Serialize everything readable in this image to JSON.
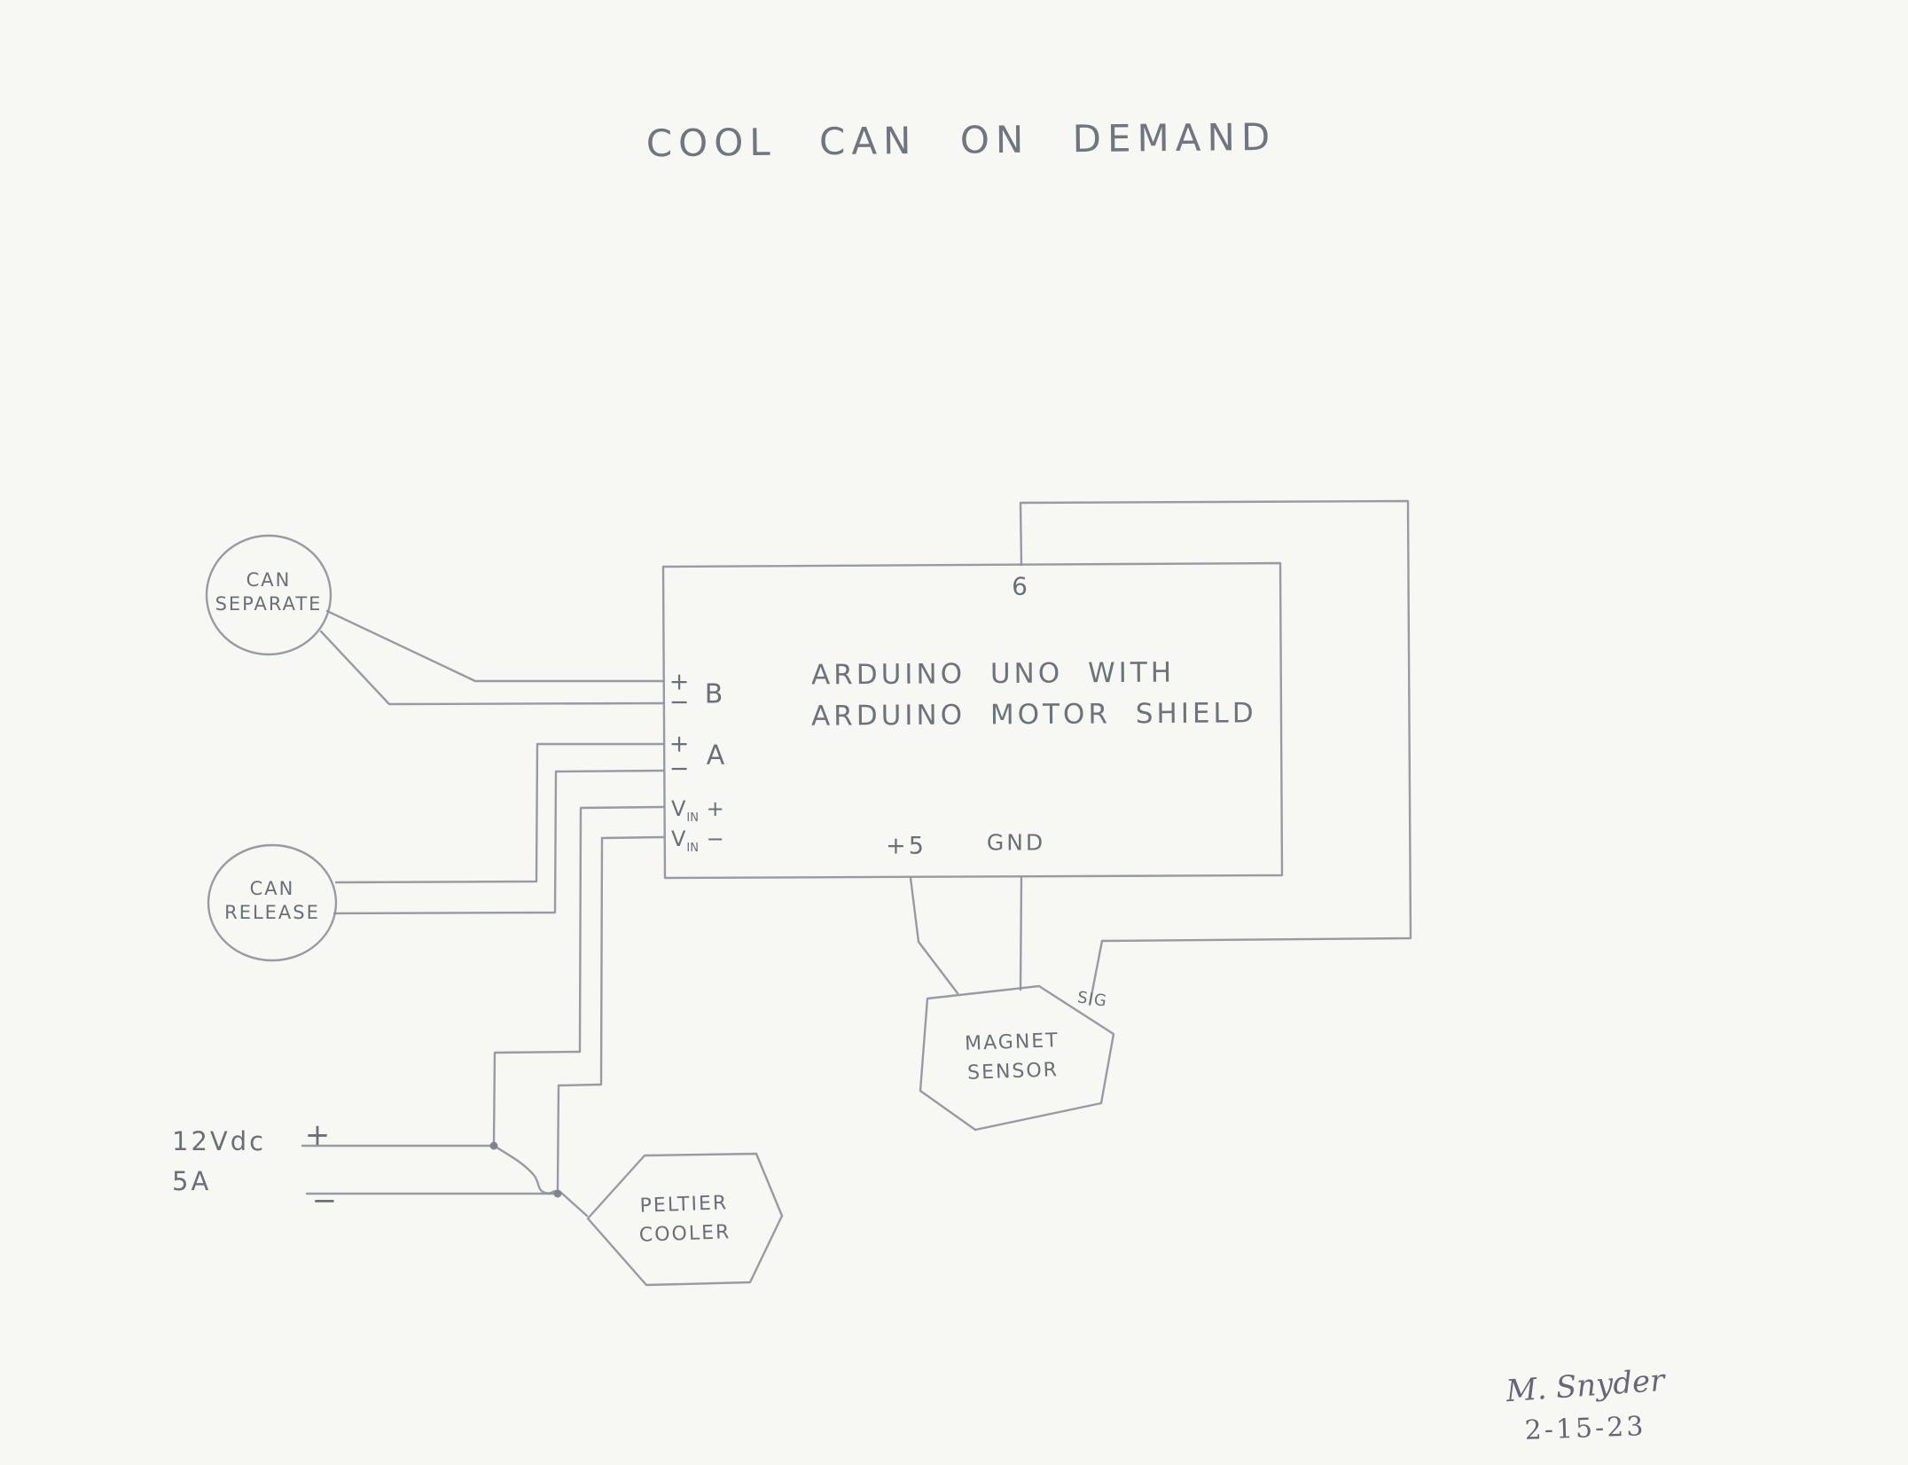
{
  "title": "COOL CAN ON DEMAND",
  "board": {
    "line1": "ARDUINO UNO WITH",
    "line2": "ARDUINO MOTOR SHIELD",
    "pin6": "6",
    "pin_b": {
      "plus": "+",
      "minus": "−",
      "name": "B"
    },
    "pin_a": {
      "plus": "+",
      "minus": "−",
      "name": "A"
    },
    "vin_plus": {
      "v": "V",
      "sub": "IN",
      "sign": "+"
    },
    "vin_minus": {
      "v": "V",
      "sub": "IN",
      "sign": "−"
    },
    "plus5": "+5",
    "gnd": "GND"
  },
  "nodes": {
    "can_separate": [
      "CAN",
      "SEPARATE"
    ],
    "can_release": [
      "CAN",
      "RELEASE"
    ],
    "peltier": [
      "PELTIER",
      "COOLER"
    ],
    "magnet": [
      "MAGNET",
      "SENSOR"
    ],
    "sig": "SIG"
  },
  "power": {
    "line1": "12Vdc",
    "line2": "5A",
    "plus": "+",
    "minus": "−"
  },
  "signature": {
    "name": "M. Snyder",
    "date": "2-15-23"
  },
  "colors": {
    "paper": "#f7f7f4",
    "pencil": "#8d939c",
    "text": "#6a7078"
  }
}
